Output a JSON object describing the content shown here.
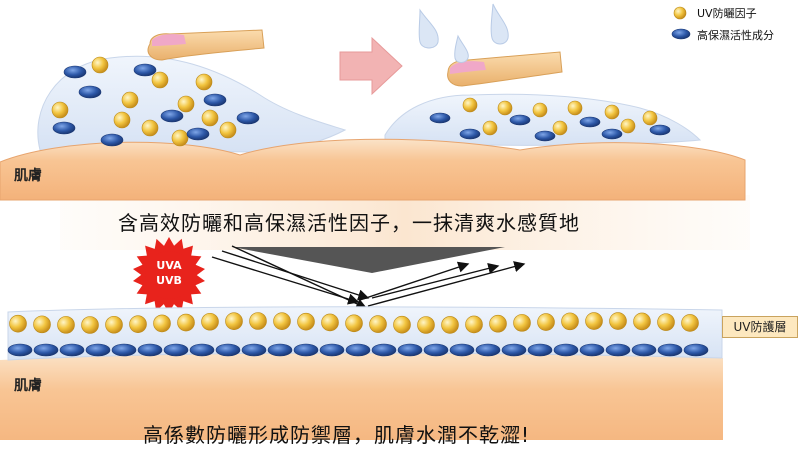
{
  "legend": {
    "uv_factor": "UV防曬因子",
    "moisture": "高保濕活性成分"
  },
  "skin_label_top": "肌膚",
  "skin_label_bottom": "肌膚",
  "caption_top": "含高效防曬和高保濕活性因子，一抹清爽水感質地",
  "caption_bottom": "高係數防曬形成防禦層，肌膚水潤不乾澀!",
  "uv_badge": {
    "line1": "UVA",
    "line2": "UVB"
  },
  "uv_layer_label": "UV防護層",
  "colors": {
    "skin": "#f8c08c",
    "skin_top": "#fbe0c4",
    "lotion": "#e3ecf8",
    "uv_bead": "#f2c540",
    "moisture_bead": "#2d58a8",
    "sun": "#e8231c",
    "arrow": "#f2b3b3",
    "finger": "#f5c98e",
    "nail": "#f0a8c8",
    "layer_box": "#fde8bf"
  },
  "icons": [
    "finger-icon",
    "sun-icon",
    "droplet-icon",
    "right-arrow-icon"
  ]
}
